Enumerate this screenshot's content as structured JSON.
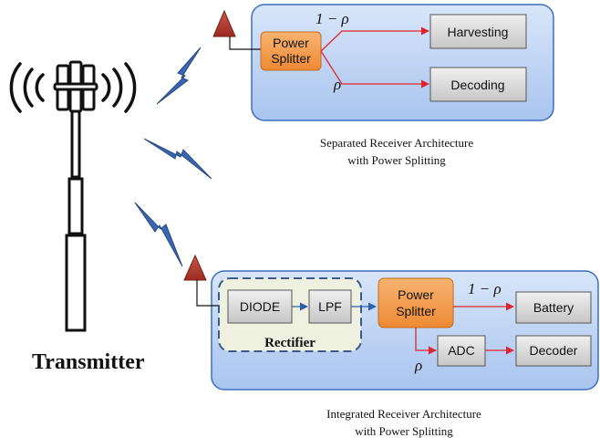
{
  "transmitter": {
    "label": "Transmitter"
  },
  "separated": {
    "splitter_line1": "Power",
    "splitter_line2": "Splitter",
    "harvesting": "Harvesting",
    "decoding": "Decoding",
    "one_minus_rho": "1 − ρ",
    "rho": "ρ",
    "caption_line1": "Separated Receiver Architecture",
    "caption_line2": "with Power Splitting"
  },
  "integrated": {
    "diode": "DIODE",
    "lpf": "LPF",
    "rectifier": "Rectifier",
    "splitter_line1": "Power",
    "splitter_line2": "Splitter",
    "battery": "Battery",
    "adc": "ADC",
    "decoder": "Decoder",
    "one_minus_rho": "1 − ρ",
    "rho": "ρ",
    "caption_line1": "Integrated Receiver Architecture",
    "caption_line2": "with Power Splitting"
  },
  "colors": {
    "panel_fill": "#bcd3f3",
    "panel_stroke": "#3b6fbf",
    "splitter_fill": "#f29a4a",
    "block_fill": "#d9d9d9",
    "rectifier_fill": "#eef1df",
    "arrow_red": "#e0242e",
    "arrow_blue": "#2f5faa",
    "antenna_red": "#b23a2e",
    "bolt_blue": "#3a67b2"
  }
}
